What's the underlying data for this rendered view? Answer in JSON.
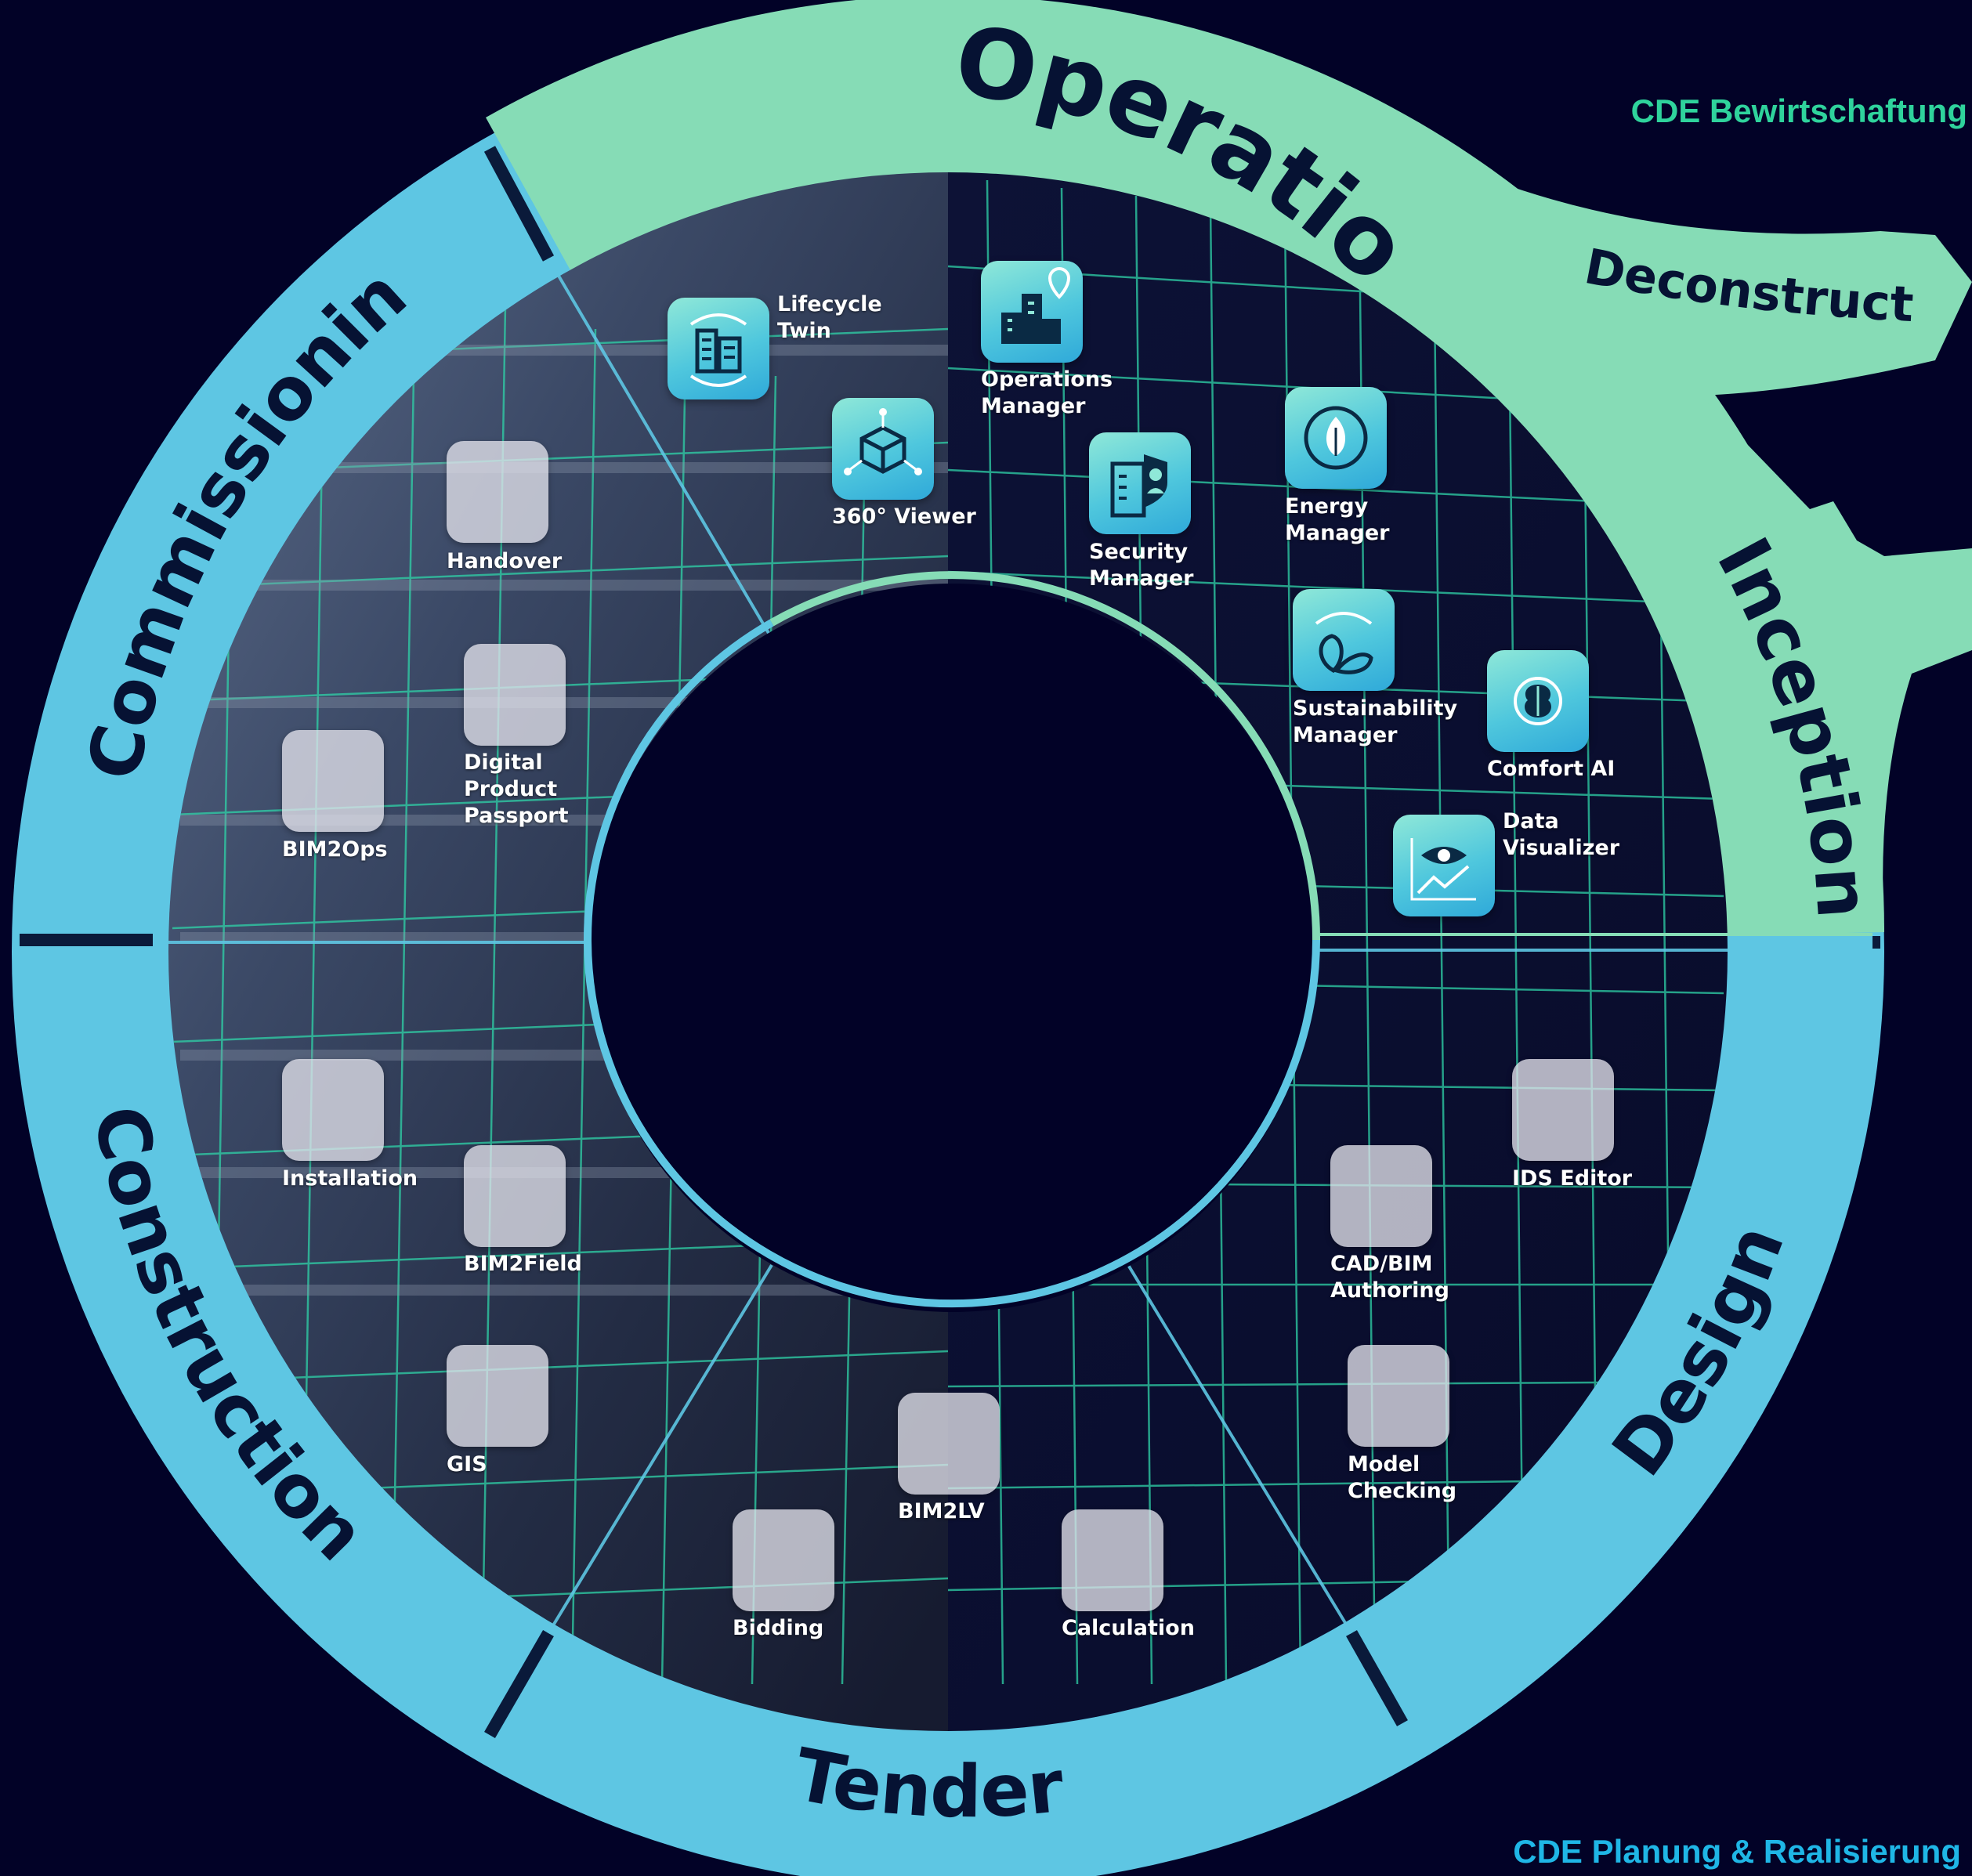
{
  "cde_labels": {
    "operation_cde": "CDE Bewirtschaftung",
    "planning_cde": "CDE Planung & Realisierung"
  },
  "phases": {
    "operation": "Operation",
    "deconstruction": "Deconstruction",
    "inception": "Inception",
    "design": "Design",
    "tender": "Tender",
    "construction": "Construction",
    "commissioning": "Commissioning"
  },
  "colors": {
    "background": "#020227",
    "operation_ring": "#86dcb6",
    "planning_ring": "#5ec6e3",
    "grid_line": "#2fd3a8",
    "cde_operation_text": "#2fd39c",
    "cde_planning_text": "#1fb6e6"
  },
  "apps": [
    {
      "id": "lifecycle-twin",
      "label": "Lifecycle\nTwin",
      "icon": "building-cycle-icon",
      "active": true
    },
    {
      "id": "operations-manager",
      "label": "Operations\nManager",
      "icon": "building-pin-icon",
      "active": true
    },
    {
      "id": "360-viewer",
      "label": "360° Viewer",
      "icon": "cube-network-icon",
      "active": true
    },
    {
      "id": "security-manager",
      "label": "Security\nManager",
      "icon": "building-shield-icon",
      "active": true
    },
    {
      "id": "energy-manager",
      "label": "Energy\nManager",
      "icon": "leaf-cycle-icon",
      "active": true
    },
    {
      "id": "sustainability-manager",
      "label": "Sustainability\nManager",
      "icon": "leaves-arrow-icon",
      "active": true
    },
    {
      "id": "comfort-ai",
      "label": "Comfort AI",
      "icon": "brain-icon",
      "active": true
    },
    {
      "id": "data-visualizer",
      "label": "Data\nVisualizer",
      "icon": "eye-chart-icon",
      "active": true
    },
    {
      "id": "handover",
      "label": "Handover",
      "icon": "blank-tile-icon",
      "active": false
    },
    {
      "id": "digital-product-passport",
      "label": "Digital\nProduct\nPassport",
      "icon": "blank-tile-icon",
      "active": false
    },
    {
      "id": "bim2ops",
      "label": "BIM2Ops",
      "icon": "blank-tile-icon",
      "active": false
    },
    {
      "id": "installation",
      "label": "Installation",
      "icon": "blank-tile-icon",
      "active": false
    },
    {
      "id": "bim2field",
      "label": "BIM2Field",
      "icon": "blank-tile-icon",
      "active": false
    },
    {
      "id": "gis",
      "label": "GIS",
      "icon": "blank-tile-icon",
      "active": false
    },
    {
      "id": "bim2lv",
      "label": "BIM2LV",
      "icon": "blank-tile-icon",
      "active": false
    },
    {
      "id": "bidding",
      "label": "Bidding",
      "icon": "blank-tile-icon",
      "active": false
    },
    {
      "id": "calculation",
      "label": "Calculation",
      "icon": "blank-tile-icon",
      "active": false
    },
    {
      "id": "ids-editor",
      "label": "IDS Editor",
      "icon": "blank-tile-icon",
      "active": false
    },
    {
      "id": "cad-bim-authoring",
      "label": "CAD/BIM\nAuthoring",
      "icon": "blank-tile-icon",
      "active": false
    },
    {
      "id": "model-checking",
      "label": "Model\nChecking",
      "icon": "blank-tile-icon",
      "active": false
    }
  ]
}
